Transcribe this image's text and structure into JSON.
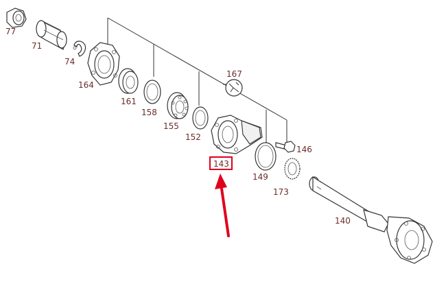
{
  "labels": {
    "p77": "77",
    "p71": "71",
    "p74": "74",
    "p164": "164",
    "p161": "161",
    "p158": "158",
    "p155": "155",
    "p152": "152",
    "p167": "167",
    "p143": "143",
    "p146": "146",
    "p149": "149",
    "p173": "173",
    "p140": "140"
  },
  "colors": {
    "highlight": "#e0001b",
    "arrow": "#e0001b",
    "label_text": "#6b2b2b",
    "linework": "#333333"
  },
  "icons": {
    "tool_icon": "wrench-icon"
  }
}
